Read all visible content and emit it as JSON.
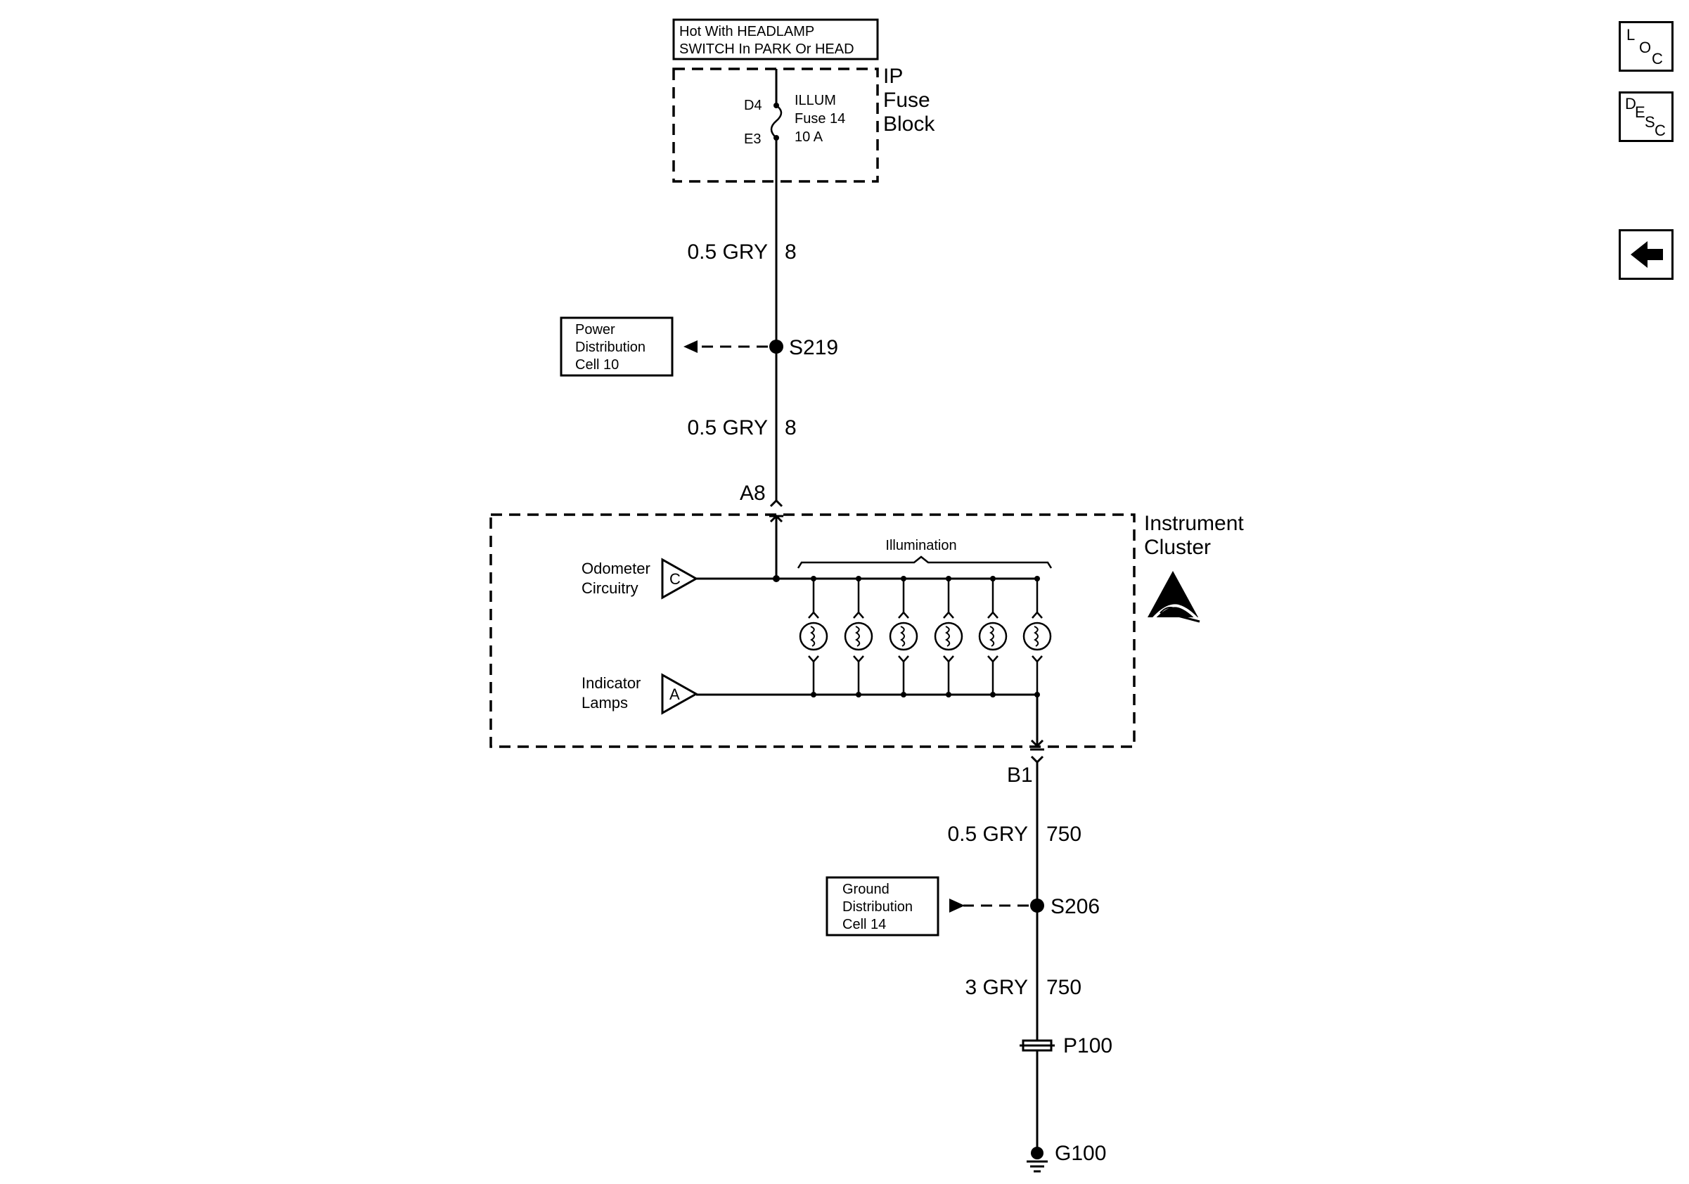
{
  "power_source": {
    "line1": "Hot With HEADLAMP",
    "line2": "SWITCH In PARK Or HEAD"
  },
  "fuse_block": {
    "name_lines": [
      "IP",
      "Fuse",
      "Block"
    ],
    "terminal_top": "D4",
    "terminal_bottom": "E3",
    "fuse_lines": [
      "ILLUM",
      "Fuse 14",
      "10 A"
    ]
  },
  "wires": {
    "w1": {
      "gauge": "0.5 GRY",
      "circuit": "8"
    },
    "w2": {
      "gauge": "0.5 GRY",
      "circuit": "8"
    },
    "w3": {
      "gauge": "0.5 GRY",
      "circuit": "750"
    },
    "w4": {
      "gauge": "3 GRY",
      "circuit": "750"
    }
  },
  "splices": {
    "s219": "S219",
    "s206": "S206",
    "p100": "P100",
    "g100": "G100"
  },
  "refs": {
    "power_distribution": [
      "Power",
      "Distribution",
      "Cell 10"
    ],
    "ground_distribution": [
      "Ground",
      "Distribution",
      "Cell 14"
    ]
  },
  "connectors": {
    "a8": "A8",
    "b1": "B1"
  },
  "cluster": {
    "name_lines": [
      "Instrument",
      "Cluster"
    ],
    "illumination_label": "Illumination",
    "odometer_lines": [
      "Odometer",
      "Circuitry"
    ],
    "odometer_code": "C",
    "indicator_lines": [
      "Indicator",
      "Lamps"
    ],
    "indicator_code": "A",
    "lamp_count": 6
  },
  "nav": {
    "loc": [
      "L",
      "O",
      "C"
    ],
    "desc": [
      "D",
      "E",
      "S",
      "C"
    ],
    "back_icon": "left-arrow-icon"
  }
}
